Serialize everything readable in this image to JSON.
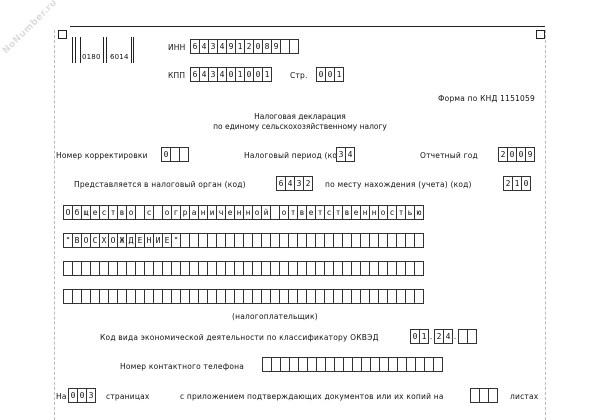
{
  "watermark": "NoNumber.ru",
  "barcode": {
    "left_number": "0180",
    "right_number": "6014"
  },
  "inn": {
    "label": "ИНН",
    "digits": [
      "6",
      "4",
      "3",
      "4",
      "9",
      "1",
      "2",
      "0",
      "8",
      "9",
      "",
      ""
    ]
  },
  "kpp": {
    "label": "КПП",
    "digits": [
      "6",
      "4",
      "3",
      "4",
      "0",
      "1",
      "0",
      "0",
      "1"
    ]
  },
  "page_num": {
    "label": "Стр.",
    "digits": [
      "0",
      "0",
      "1"
    ]
  },
  "form_code": "Форма по КНД 1151059",
  "title": {
    "line1": "Налоговая декларация",
    "line2": "по единому сельскохозяйственному налогу"
  },
  "correction": {
    "label": "Номер корректировки",
    "digits": [
      "0",
      "",
      ""
    ]
  },
  "tax_period": {
    "label": "Налоговый период (код)",
    "digits": [
      "3",
      "4"
    ]
  },
  "report_year": {
    "label": "Отчетный год",
    "digits": [
      "2",
      "0",
      "0",
      "9"
    ]
  },
  "tax_authority": {
    "label": "Представляется в налоговый орган (код)",
    "digits": [
      "6",
      "4",
      "3",
      "2"
    ],
    "location_label": "по месту нахождения (учета) (код)",
    "location_digits": [
      "2",
      "1",
      "0"
    ]
  },
  "taxpayer": {
    "rows": [
      "Общество с ограниченной ответственностью",
      "\"ВОСХОЖДЕНИЕ\"",
      "",
      ""
    ],
    "caption": "(налогоплательщик)"
  },
  "okved": {
    "label": "Код вида экономической деятельности по классификатору ОКВЭД",
    "groups": [
      [
        "0",
        "1"
      ],
      [
        "2",
        "4"
      ],
      [
        "",
        ""
      ]
    ],
    "separator": "."
  },
  "phone": {
    "label": "Номер контактного телефона",
    "digits": [
      "",
      "",
      "",
      "",
      "",
      "",
      "",
      "",
      "",
      "",
      "",
      "",
      "",
      "",
      "",
      "",
      "",
      "",
      "",
      ""
    ]
  },
  "pages": {
    "prefix": "На",
    "digits": [
      "0",
      "0",
      "3"
    ],
    "middle": "страницах",
    "attachments_label": "с приложением подтверждающих документов или их копий на",
    "attachments_digits": [
      "",
      "",
      ""
    ],
    "suffix": "листах"
  }
}
